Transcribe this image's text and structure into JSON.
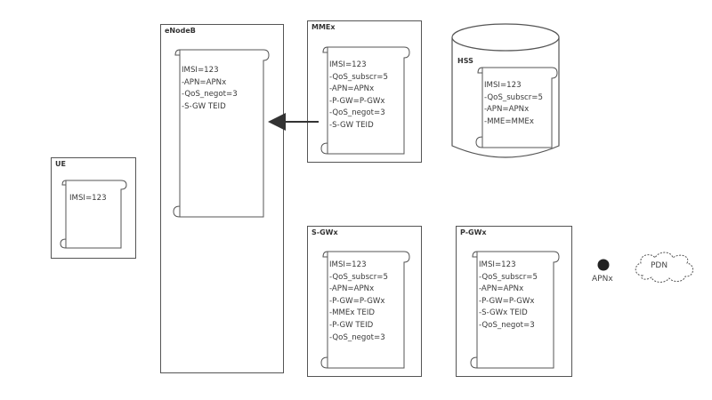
{
  "nodes": {
    "ue": {
      "title": "UE",
      "lines": [
        "IMSI=123"
      ]
    },
    "enodeb": {
      "title": "eNodeB",
      "lines": [
        "IMSI=123",
        "-APN=APNx",
        "-QoS_negot=3",
        "-S-GW TEID"
      ]
    },
    "mme": {
      "title": "MMEx",
      "lines": [
        "IMSI=123",
        "-QoS_subscr=5",
        "-APN=APNx",
        "-P-GW=P-GWx",
        "-QoS_negot=3",
        "-S-GW TEID"
      ]
    },
    "hss": {
      "title": "HSS",
      "lines": [
        "IMSI=123",
        "-QoS_subscr=5",
        "-APN=APNx",
        "-MME=MMEx"
      ]
    },
    "sgw": {
      "title": "S-GWx",
      "lines": [
        "IMSI=123",
        "-QoS_subscr=5",
        "-APN=APNx",
        "-P-GW=P-GWx",
        "-MMEx TEID",
        "-P-GW TEID",
        "-QoS_negot=3"
      ]
    },
    "pgw": {
      "title": "P-GWx",
      "lines": [
        "IMSI=123",
        "-QoS_subscr=5",
        "-APN=APNx",
        "-P-GW=P-GWx",
        "-S-GWx TEID",
        "-QoS_negot=3"
      ]
    }
  },
  "apn_point": {
    "label": "APNx"
  },
  "pdn_cloud": {
    "label": "PDN"
  },
  "colors": {
    "stroke": "#555555",
    "text": "#333333",
    "dot": "#222222"
  }
}
